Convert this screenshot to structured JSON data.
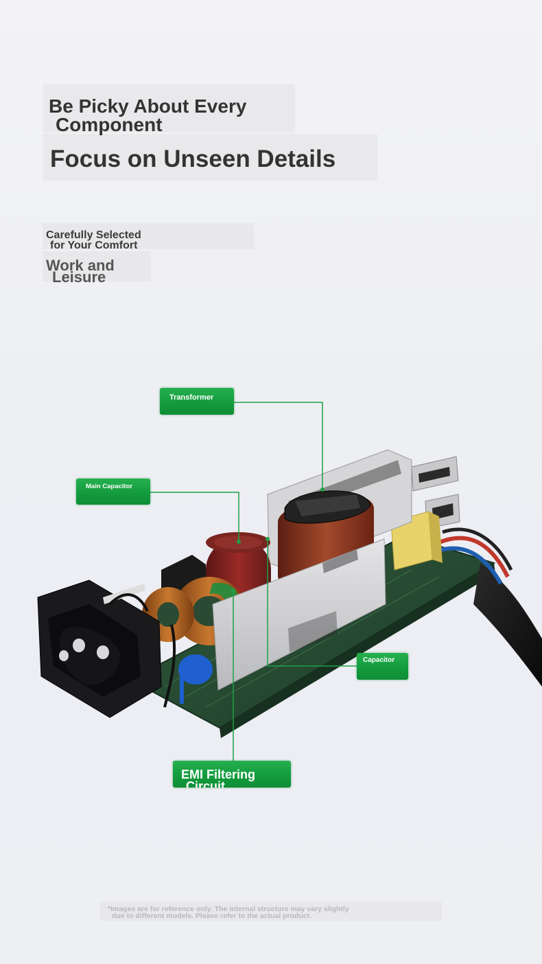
{
  "heading": {
    "line1": "Be Picky About Every",
    "line2": "Component",
    "line3": "Focus on Unseen Details"
  },
  "subheading": {
    "line1": "Carefully Selected",
    "line2": "for Your Comfort",
    "line3": "Work and",
    "line4": "Leisure"
  },
  "labels": {
    "transformer": "Transformer",
    "main_capacitor": "Main Capacitor",
    "capacitor": "Capacitor",
    "emi_line1": "EMI Filtering",
    "emi_line2": "Circuit"
  },
  "disclaimer": {
    "line1": "*Images are for reference only. The internal structure may vary slightly",
    "line2": "due to different models. Please refer to the actual product."
  },
  "colors": {
    "label_green": "#18a043",
    "heading_text": "#333333"
  }
}
